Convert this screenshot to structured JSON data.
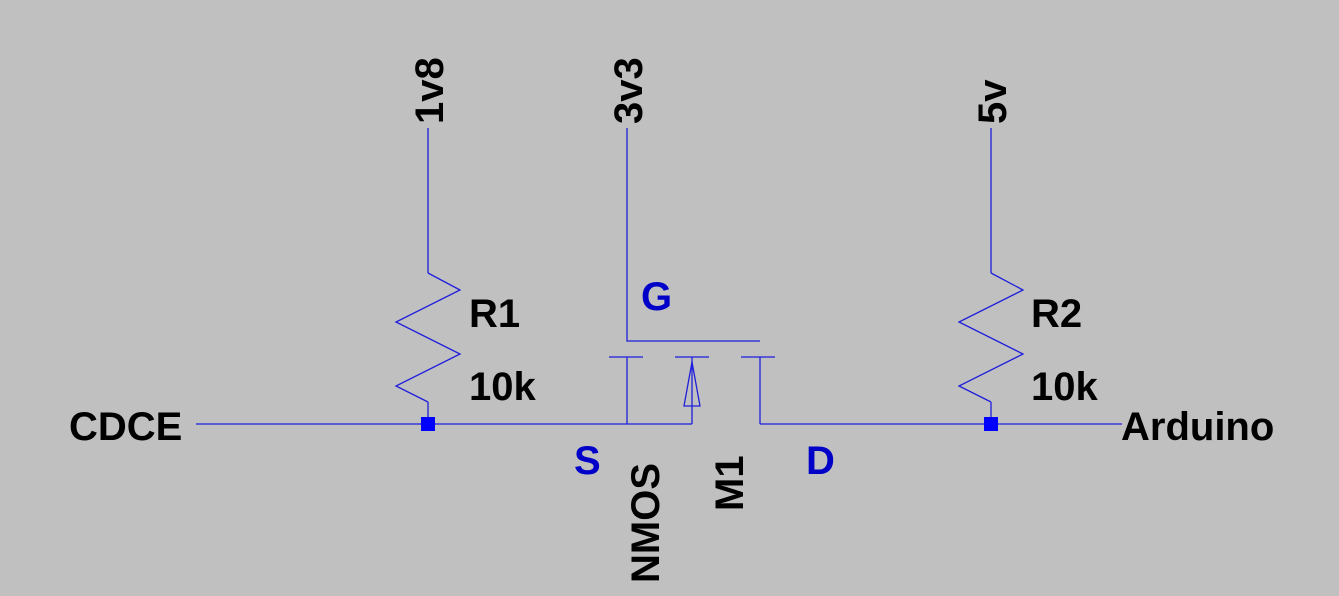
{
  "nets": {
    "supply_1v8": "1v8",
    "supply_3v3": "3v3",
    "supply_5v": "5v",
    "input": "CDCE",
    "output": "Arduino"
  },
  "components": {
    "r1": {
      "name": "R1",
      "value": "10k"
    },
    "r2": {
      "name": "R2",
      "value": "10k"
    },
    "m1": {
      "name": "M1",
      "model": "NMOS"
    }
  },
  "pins": {
    "gate": "G",
    "source": "S",
    "drain": "D"
  },
  "colors": {
    "background": "#c0c0c0",
    "wire": "#1e1edc",
    "junction": "#0000ff",
    "pin_label": "#0000c8",
    "label": "#000000"
  }
}
